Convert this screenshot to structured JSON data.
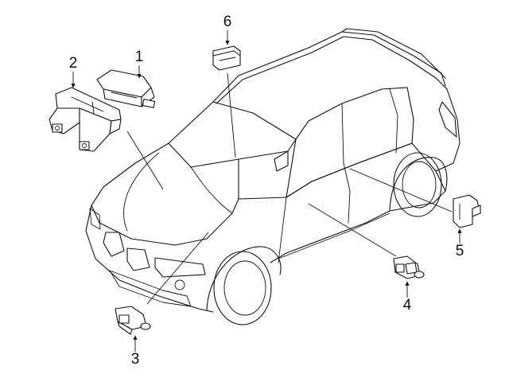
{
  "diagram": {
    "callouts": [
      {
        "id": "1",
        "label": "1"
      },
      {
        "id": "2",
        "label": "2"
      },
      {
        "id": "3",
        "label": "3"
      },
      {
        "id": "4",
        "label": "4"
      },
      {
        "id": "5",
        "label": "5"
      },
      {
        "id": "6",
        "label": "6"
      }
    ],
    "colors": {
      "line": "#111111",
      "background": "#ffffff"
    },
    "icons": [
      "vehicle-suv-outline",
      "control-module",
      "bracket",
      "sensor",
      "connector-clip",
      "switch-module"
    ]
  }
}
